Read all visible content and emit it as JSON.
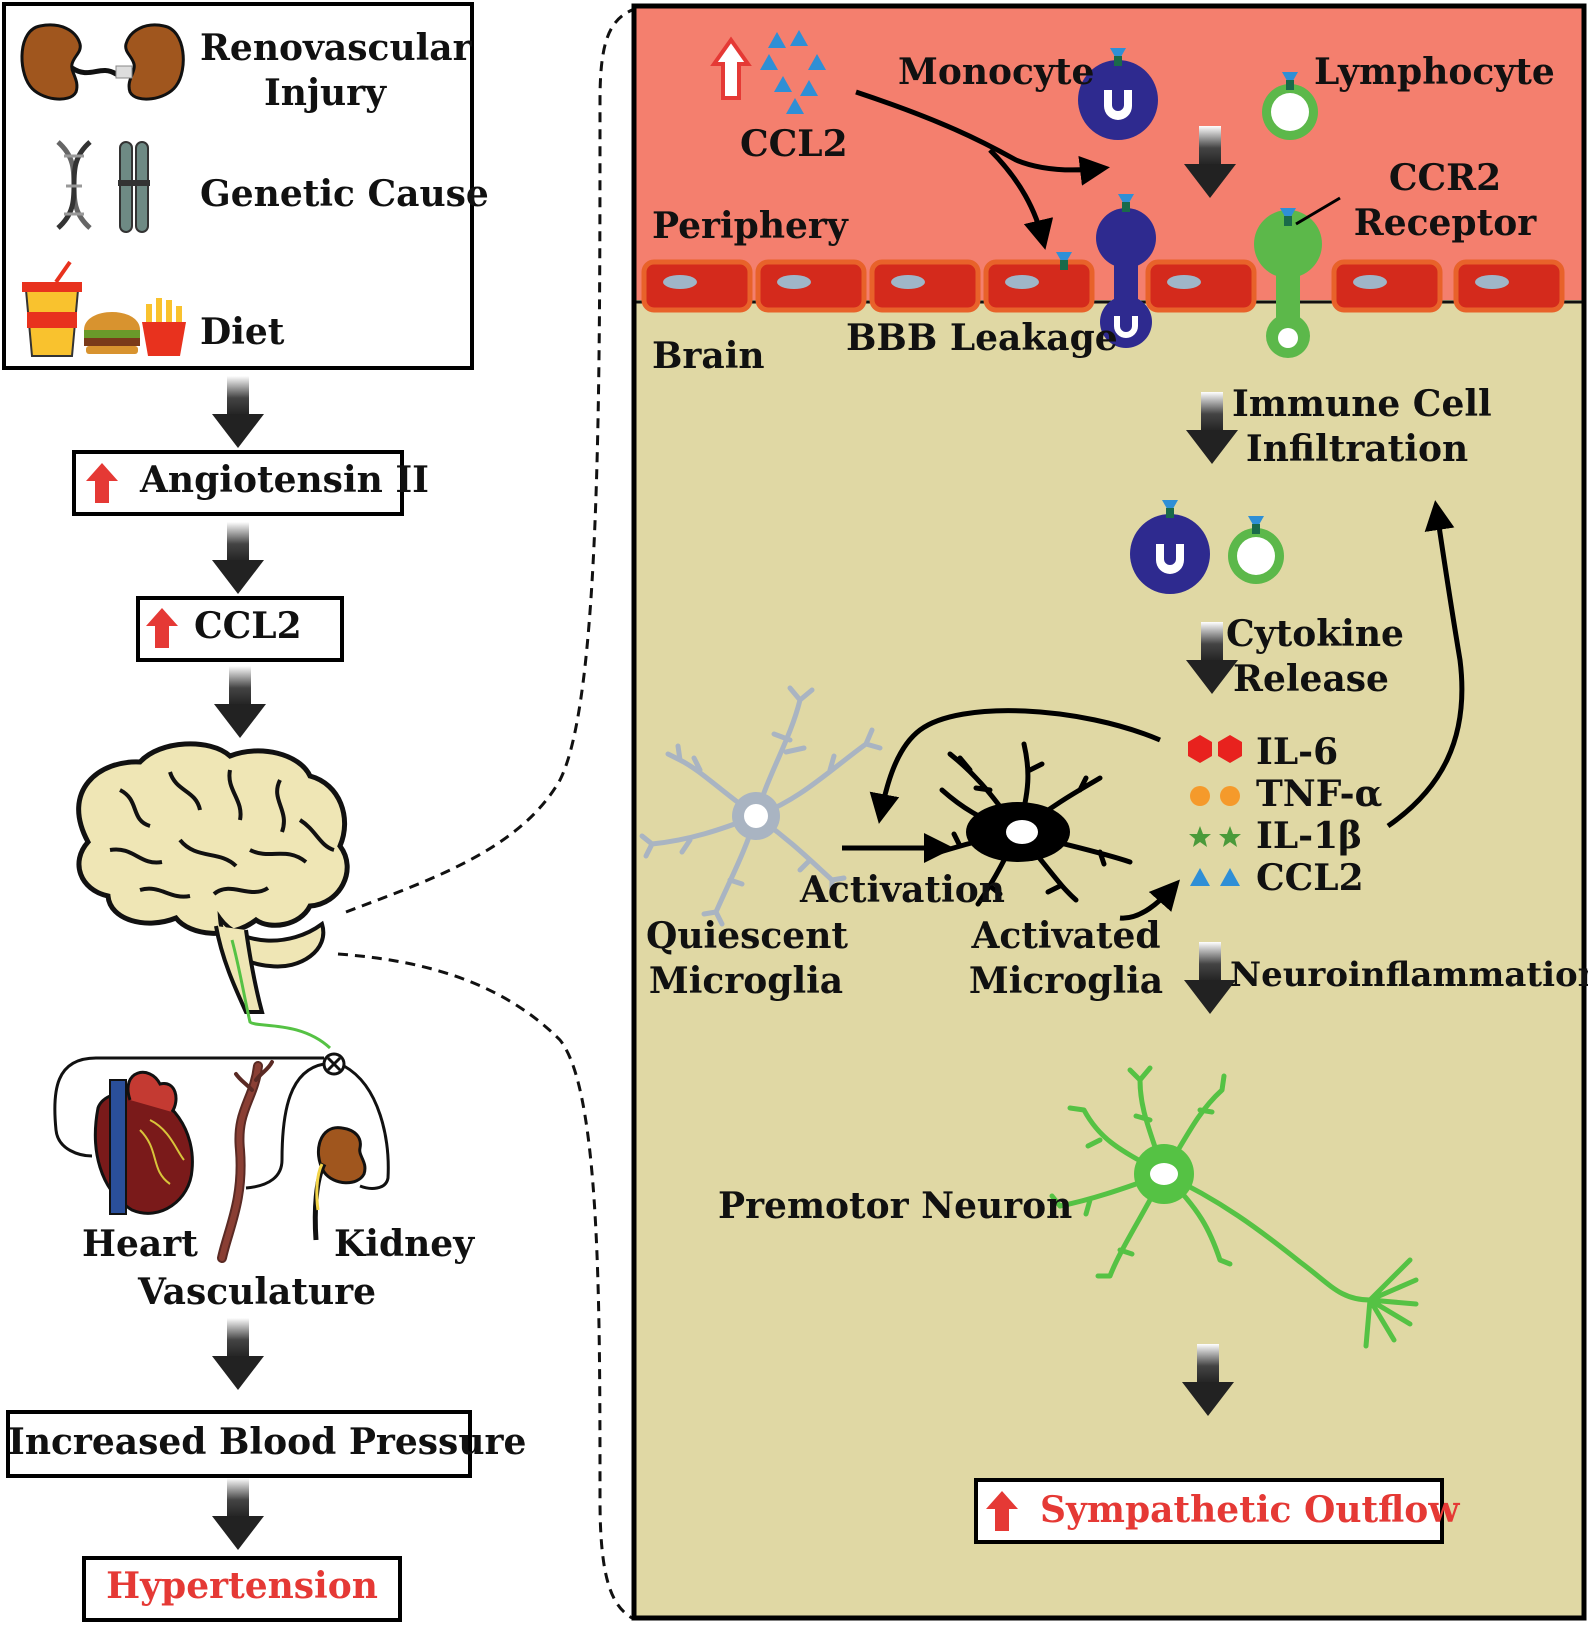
{
  "left": {
    "causes": {
      "renovascular_line1": "Renovascular",
      "renovascular_line2": "Injury",
      "genetic": "Genetic Cause",
      "diet": "Diet"
    },
    "angiotensin": "Angiotensin II",
    "ccl2": "CCL2",
    "organs": {
      "heart": "Heart",
      "kidney": "Kidney",
      "vasculature": "Vasculature"
    },
    "blood_pressure": "Increased Blood Pressure",
    "hypertension": "Hypertension"
  },
  "right": {
    "periphery": "Periphery",
    "brain": "Brain",
    "ccl2": "CCL2",
    "monocyte": "Monocyte",
    "lymphocyte": "Lymphocyte",
    "ccr2_line1": "CCR2",
    "ccr2_line2": "Receptor",
    "bbb_leakage": "BBB Leakage",
    "immune_line1": "Immune Cell",
    "immune_line2": "Infiltration",
    "cytokine_line1": "Cytokine",
    "cytokine_line2": "Release",
    "cytokines": [
      "IL-6",
      "TNF-α",
      "IL-1β",
      "CCL2"
    ],
    "activation": "Activation",
    "quiescent_line1": "Quiescent",
    "quiescent_line2": "Microglia",
    "activated_line1": "Activated",
    "activated_line2": "Microglia",
    "neuroinflammation": "Neuroinflammation",
    "premotor": "Premotor Neuron",
    "sympathetic": "Sympathetic Outflow"
  },
  "colors": {
    "periphery_bg": "#f47f6e",
    "brain_bg": "#e0d8a4",
    "endothelial": "#d42a1c",
    "monocyte": "#2e2a8f",
    "lymphocyte": "#5cb84a",
    "ccl2": "#2f8fd6",
    "il6": "#e8221e",
    "tnf": "#f59a2b",
    "il1b": "#4a9a3a",
    "neuron": "#55c244",
    "quiescent": "#a9b4c2",
    "accent_red": "#e53935"
  }
}
